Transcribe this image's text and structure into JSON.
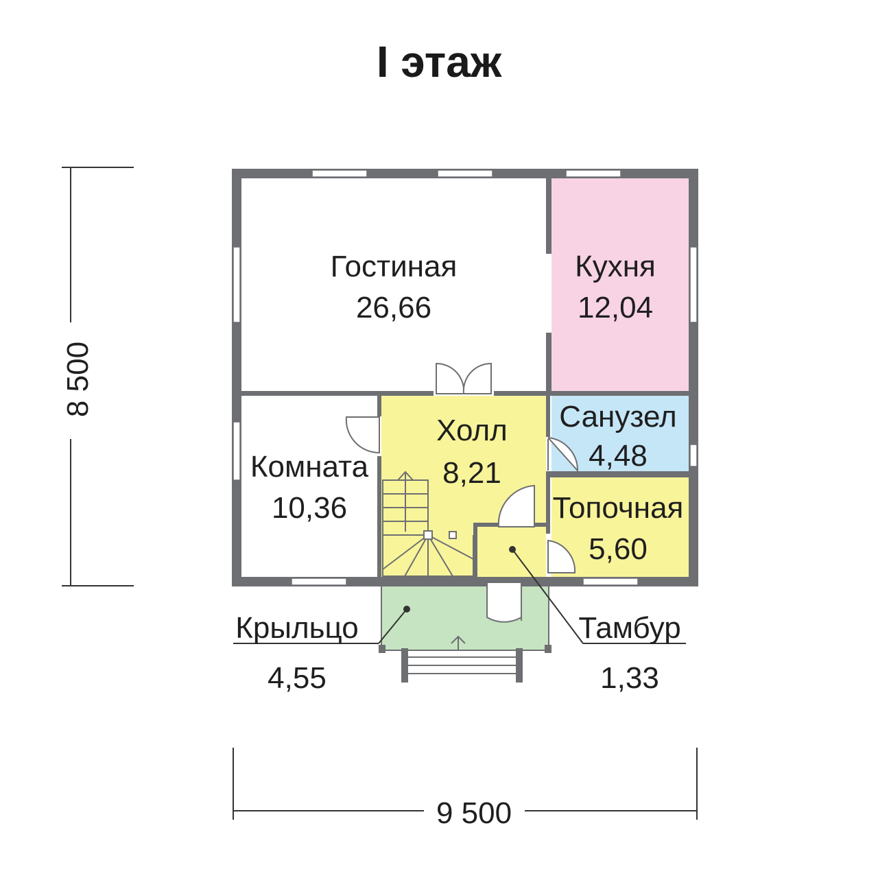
{
  "title": "I этаж",
  "dimensions": {
    "height": "8 500",
    "width": "9 500"
  },
  "rooms": {
    "living": {
      "name": "Гостиная",
      "area": "26,66"
    },
    "kitchen": {
      "name": "Кухня",
      "area": "12,04"
    },
    "bathroom": {
      "name": "Санузел",
      "area": "4,48"
    },
    "hall": {
      "name": "Холл",
      "area": "8,21"
    },
    "room": {
      "name": "Комната",
      "area": "10,36"
    },
    "boiler": {
      "name": "Топочная",
      "area": "5,60"
    },
    "porch": {
      "name": "Крыльцо",
      "area": "4,55"
    },
    "vestibule": {
      "name": "Тамбур",
      "area": "1,33"
    }
  },
  "colors": {
    "kitchen": "#f8d3e4",
    "bathroom": "#c5e6f7",
    "hall": "#f8f49a",
    "porch": "#c7e4c2",
    "wall": "#6d6f72"
  }
}
